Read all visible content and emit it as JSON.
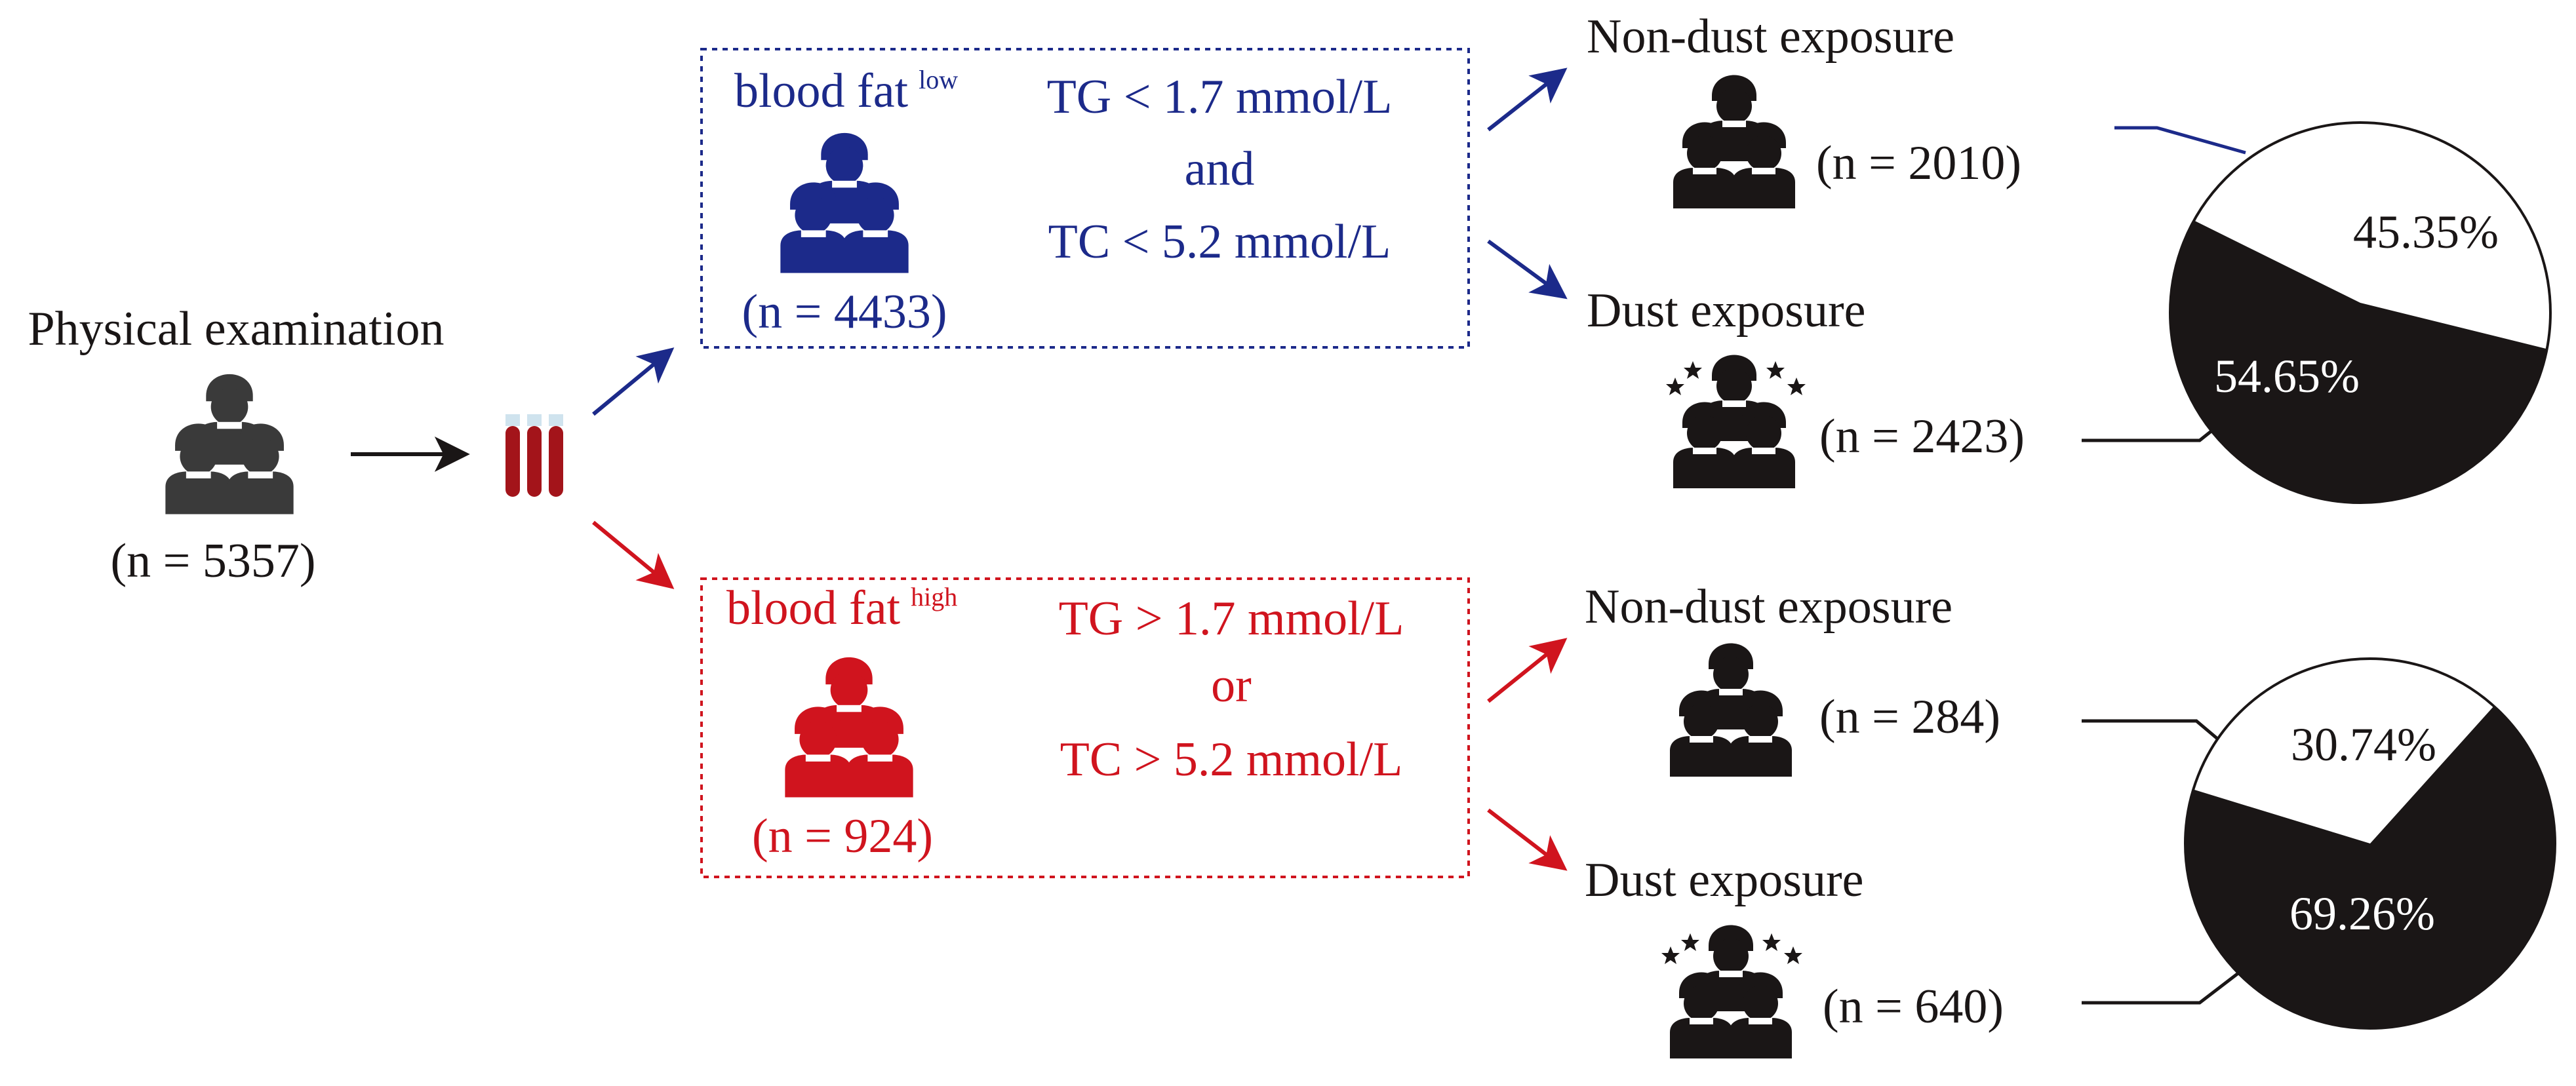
{
  "root": {
    "title": "Physical examination",
    "count": "(n = 5357)"
  },
  "low_group": {
    "label": "blood fat",
    "label_sup": "low",
    "criteria": [
      "TG < 1.7 mmol/L",
      "and",
      "TC < 5.2 mmol/L"
    ],
    "count": "(n = 4433)",
    "color": "#1c2a8a",
    "non_dust": {
      "label": "Non-dust exposure",
      "count": "(n = 2010)"
    },
    "dust": {
      "label": "Dust exposure",
      "count": "(n = 2423)"
    },
    "pie": {
      "slices": [
        {
          "value": 45.35,
          "label": "45.35%",
          "fill": "#ffffff"
        },
        {
          "value": 54.65,
          "label": "54.65%",
          "fill": "#1a1616"
        }
      ]
    }
  },
  "high_group": {
    "label": "blood fat",
    "label_sup": "high",
    "criteria": [
      "TG > 1.7 mmol/L",
      "or",
      "TC > 5.2 mmol/L"
    ],
    "count": "(n = 924)",
    "color": "#d0141e",
    "non_dust": {
      "label": "Non-dust exposure",
      "count": "(n = 284)"
    },
    "dust": {
      "label": "Dust exposure",
      "count": "(n = 640)"
    },
    "pie": {
      "slices": [
        {
          "value": 30.74,
          "label": "30.74%",
          "fill": "#ffffff"
        },
        {
          "value": 69.26,
          "label": "69.26%",
          "fill": "#1a1616"
        }
      ]
    }
  },
  "icons": {
    "people": "people-group-icon",
    "people_stars": "dust-exposed-people-icon",
    "tubes": "blood-sample-tubes-icon",
    "arrow": "arrow-icon"
  },
  "colors": {
    "dark": "#1a1616",
    "gray": "#3a3a3a",
    "blue": "#1c2a8a",
    "red": "#d0141e",
    "tube_red": "#a3141a",
    "tube_cap": "#cfe3ee"
  }
}
